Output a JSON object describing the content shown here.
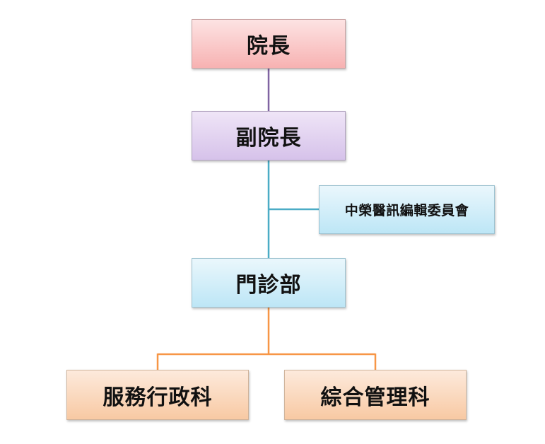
{
  "nodes": {
    "president": "院長",
    "vice_president": "副院長",
    "committee": "中榮醫訊編輯委員會",
    "outpatient_dept": "門診部",
    "service_admin": "服務行政科",
    "general_mgmt": "綜合管理科"
  },
  "colors": {
    "connector_purple": "#8064a2",
    "connector_blue": "#4bacc6",
    "connector_orange": "#f79646"
  }
}
